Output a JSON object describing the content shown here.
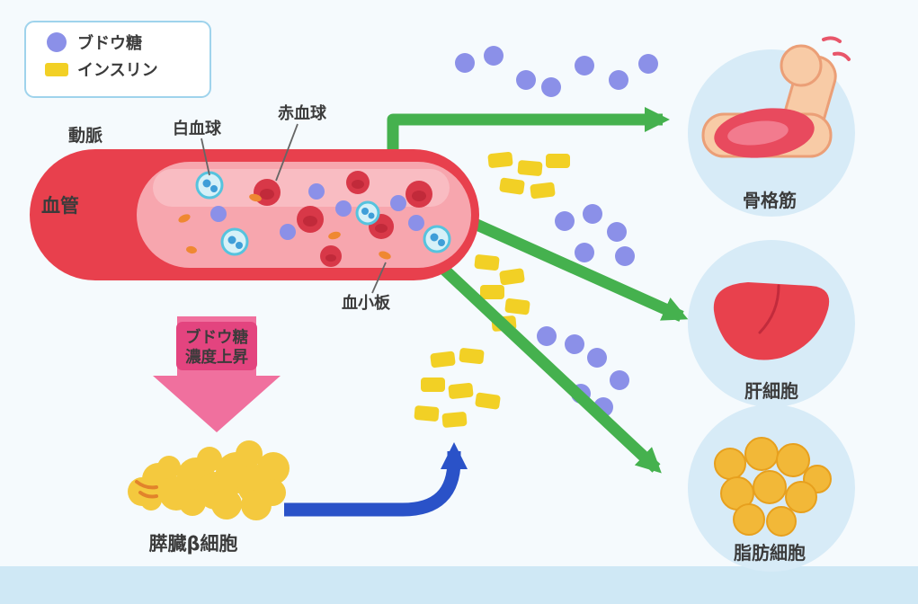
{
  "legend": {
    "items": [
      {
        "label": "ブドウ糖",
        "swatch": "glucose-circle",
        "color": "#8b90e8"
      },
      {
        "label": "インスリン",
        "swatch": "insulin-rect",
        "color": "#f2d025"
      }
    ]
  },
  "labels": {
    "artery": "動脈",
    "vessel": "血管",
    "white_blood_cell": "白血球",
    "red_blood_cell": "赤血球",
    "platelet": "血小板",
    "pancreas": "膵臓β細胞",
    "skeletal_muscle": "骨格筋",
    "liver_cell": "肝細胞",
    "fat_cell": "脂肪細胞"
  },
  "callout": {
    "line1": "ブドウ糖",
    "line2": "濃度上昇"
  },
  "colors": {
    "glucose": "#8b90e8",
    "insulin": "#f2d025",
    "vessel_outer": "#e8404d",
    "vessel_inner": "#f7a6ae",
    "green_arrow": "#45b14e",
    "blue_arrow": "#2a52c8",
    "pink_arrow": "#f0709e",
    "pink_callout_box": "#e3447f",
    "organ_circle_bg": "#d7ebf7",
    "pancreas": "#f4c93e",
    "liver": "#e8414d",
    "fat_cell": "#f2b838",
    "bottom_band": "#cfe8f5"
  }
}
